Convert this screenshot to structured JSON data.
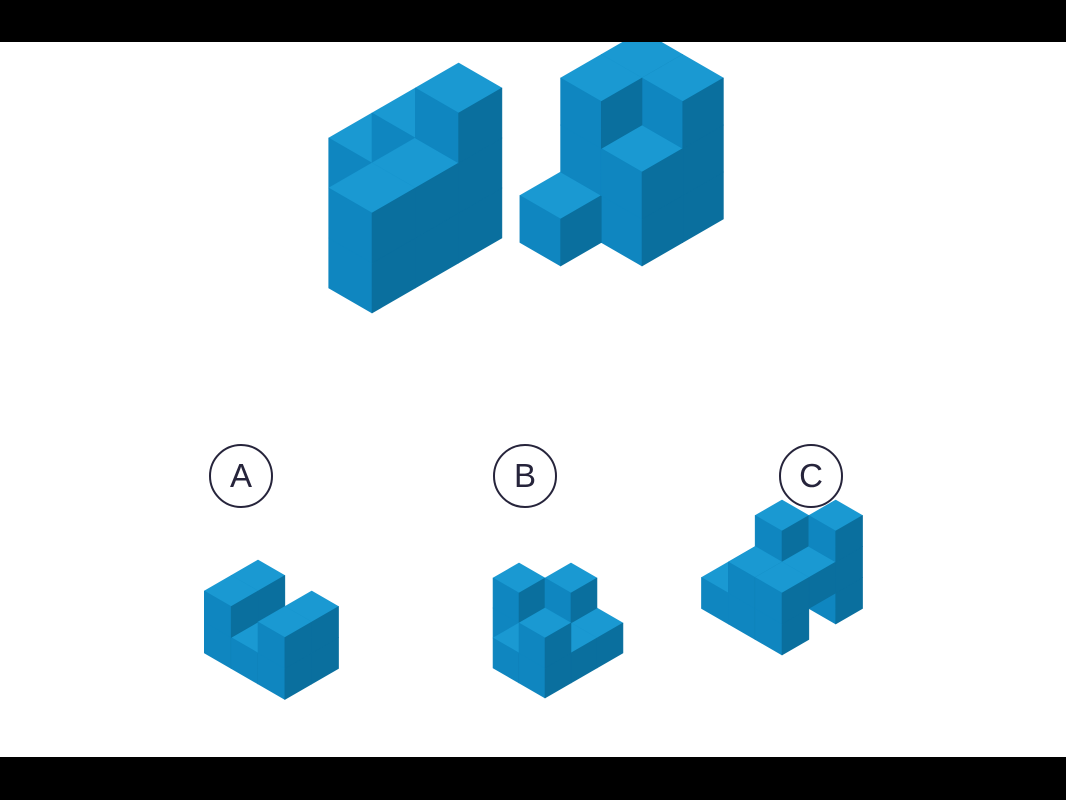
{
  "colors": {
    "top": "#1a99d2",
    "left": "#0f86c0",
    "right": "#0a6f9e",
    "label_ink": "#26243b"
  },
  "shapes": {
    "given_left": {
      "cubes": [
        [
          0,
          0,
          0
        ],
        [
          1,
          0,
          0
        ],
        [
          2,
          0,
          0
        ],
        [
          2,
          1,
          0
        ],
        [
          2,
          2,
          0
        ],
        [
          2,
          2,
          1
        ],
        [
          2,
          1,
          1
        ],
        [
          1,
          0,
          1
        ],
        [
          2,
          0,
          1
        ],
        [
          2,
          0,
          2
        ]
      ]
    },
    "given_right": {
      "cubes": [
        [
          0,
          0,
          0
        ],
        [
          0,
          1,
          0
        ],
        [
          0,
          0,
          1
        ],
        [
          0,
          1,
          1
        ],
        [
          1,
          0,
          0
        ],
        [
          1,
          1,
          0
        ],
        [
          1,
          0,
          1
        ],
        [
          1,
          1,
          1
        ],
        [
          0,
          0,
          2
        ],
        [
          1,
          0,
          2
        ],
        [
          0,
          1,
          2
        ],
        [
          0,
          2,
          0
        ]
      ]
    },
    "option_a": {
      "cubes": [
        [
          0,
          0,
          0
        ],
        [
          0,
          1,
          0
        ],
        [
          0,
          0,
          1
        ],
        [
          0,
          1,
          1
        ],
        [
          1,
          1,
          0
        ],
        [
          2,
          1,
          0
        ],
        [
          2,
          1,
          1
        ],
        [
          2,
          0,
          0
        ],
        [
          2,
          0,
          1
        ]
      ]
    },
    "option_b": {
      "cubes": [
        [
          0,
          0,
          0
        ],
        [
          0,
          1,
          0
        ],
        [
          0,
          1,
          1
        ],
        [
          1,
          0,
          0
        ],
        [
          1,
          0,
          1
        ],
        [
          1,
          1,
          0
        ],
        [
          1,
          2,
          0
        ],
        [
          2,
          0,
          0
        ],
        [
          2,
          1,
          0
        ],
        [
          2,
          2,
          0
        ],
        [
          2,
          2,
          1
        ]
      ]
    },
    "option_c": {
      "cubes": [
        [
          0,
          0,
          0
        ],
        [
          0,
          1,
          0
        ],
        [
          0,
          2,
          0
        ],
        [
          1,
          2,
          0
        ],
        [
          2,
          2,
          0
        ],
        [
          0,
          0,
          1
        ],
        [
          1,
          2,
          1
        ],
        [
          2,
          2,
          1
        ],
        [
          2,
          1,
          1
        ],
        [
          2,
          0,
          1
        ],
        [
          2,
          0,
          0
        ],
        [
          2,
          0,
          2
        ]
      ]
    }
  },
  "options": [
    {
      "key": "a",
      "label": "A"
    },
    {
      "key": "b",
      "label": "B"
    },
    {
      "key": "c",
      "label": "C"
    }
  ]
}
